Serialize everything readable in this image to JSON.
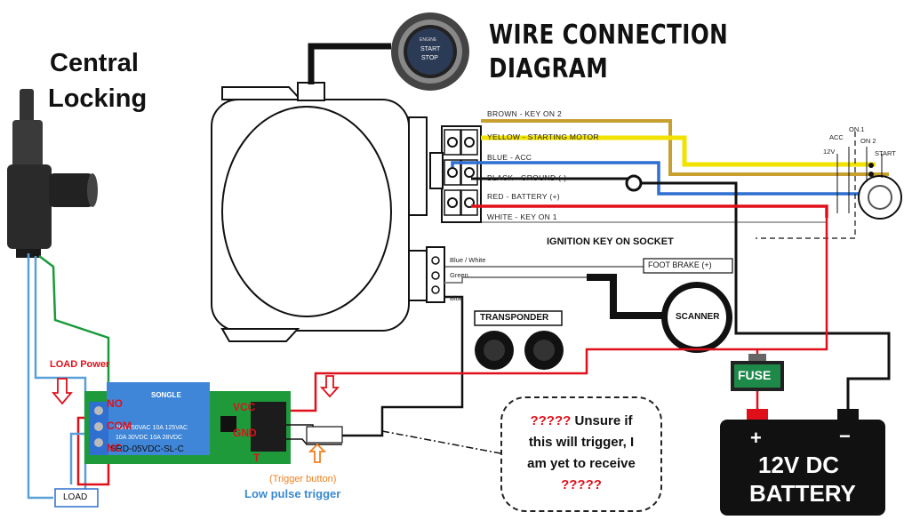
{
  "title": {
    "line1": "WIRE CONNECTION",
    "line2": "DIAGRAM"
  },
  "central_locking": {
    "line1": "Central",
    "line2": "Locking"
  },
  "start_button": {
    "top": "ENGINE",
    "mid": "START",
    "bottom": "STOP"
  },
  "harness_wires": [
    {
      "label": "BROWN   - KEY ON 2",
      "color": "#c8a030"
    },
    {
      "label": "YELLOW  - STARTING MOTOR",
      "color": "#f2e200"
    },
    {
      "label": "BLUE     - ACC",
      "color": "#2f6fd0"
    },
    {
      "label": "BLACK   - GROUND (-)",
      "color": "#111111"
    },
    {
      "label": "RED      - BATTERY (+)",
      "color": "#e0101a"
    },
    {
      "label": "WHITE   - KEY ON 1",
      "color": "#ffffff"
    }
  ],
  "ignition": {
    "caption": "IGNITION KEY ON SOCKET",
    "acc": "ACC",
    "on1": "ON.1",
    "on2": "ON 2",
    "v12": "12V",
    "start": "START"
  },
  "small_wires": [
    {
      "label": "Blue / White"
    },
    {
      "label": "Green"
    },
    {
      "label": "Blue"
    }
  ],
  "foot_brake": "FOOT BRAKE (+)",
  "transponder": "TRANSPONDER",
  "scanner": "SCANNER",
  "fuse": "FUSE",
  "battery": {
    "plus": "+",
    "minus": "−",
    "line1": "12V DC",
    "line2": "BATTERY"
  },
  "relay": {
    "brand": "SONGLE",
    "rating1": "10A 250VAC   10A 125VAC",
    "rating2": "10A  30VDC   10A  28VDC",
    "model": "SRD-05VDC-SL-C",
    "pins_left": [
      "NO",
      "COM",
      "NC"
    ],
    "pins_right": [
      "VCC",
      "GND",
      "T"
    ]
  },
  "load_power": "LOAD Power",
  "load_box": "LOAD",
  "trigger_button": "(Trigger button)",
  "low_pulse": "Low pulse trigger",
  "note": {
    "q1": "?????",
    "line1": " Unsure if",
    "line2": "this will trigger, I",
    "line3": "am yet to receive",
    "q2": "?????"
  },
  "colors": {
    "red": "#e0101a",
    "blue": "#2f6fd0",
    "lightblue": "#5aa0d8",
    "green": "#1a9a3a",
    "yellow": "#f2e200",
    "brown": "#c8a030",
    "fuse_green": "#1e8a4a",
    "relay_board": "#1e9a3a",
    "relay_blue": "#3f86d8"
  }
}
